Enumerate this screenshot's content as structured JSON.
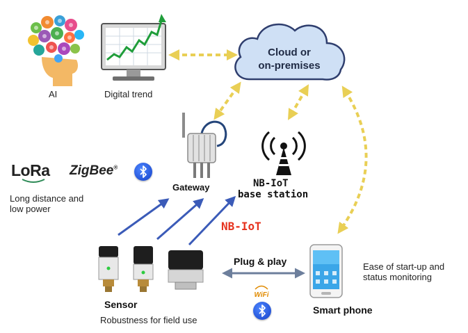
{
  "cloud": {
    "line1": "Cloud or",
    "line2": "on-premises"
  },
  "ai": {
    "label": "AI"
  },
  "digital_trend": {
    "label": "Digital trend"
  },
  "gateway": {
    "label": "Gateway"
  },
  "nb_iot_station": {
    "line1": "NB-IoT",
    "line2": "base station"
  },
  "protocols": {
    "lora": "LoRa",
    "zigbee": "ZigBee",
    "zigbee_mark": "®",
    "lora_description_line1": "Long distance and",
    "lora_description_line2": "low power"
  },
  "nb_iot_label": "NB-IoT",
  "sensor": {
    "label": "Sensor",
    "description": "Robustness for field use"
  },
  "link": {
    "label": "Plug & play",
    "wifi_label": "WiFi"
  },
  "smart_phone": {
    "label": "Smart phone",
    "description_line1": "Ease of start-up and",
    "description_line2": "status monitoring"
  },
  "colors": {
    "dashed_arrow": "#e9cf55",
    "solid_arrow": "#3b5bb8",
    "cloud_fill": "#cfe0f5",
    "bluetooth": "#1a4fd8",
    "nb_iot_red": "#e6331f"
  },
  "icons": [
    "brain-gears-icon",
    "trend-monitor-icon",
    "cloud-icon",
    "gateway-icon",
    "radio-tower-icon",
    "bluetooth-icon",
    "wifi-icon",
    "sensor-icon",
    "smartphone-icon"
  ]
}
